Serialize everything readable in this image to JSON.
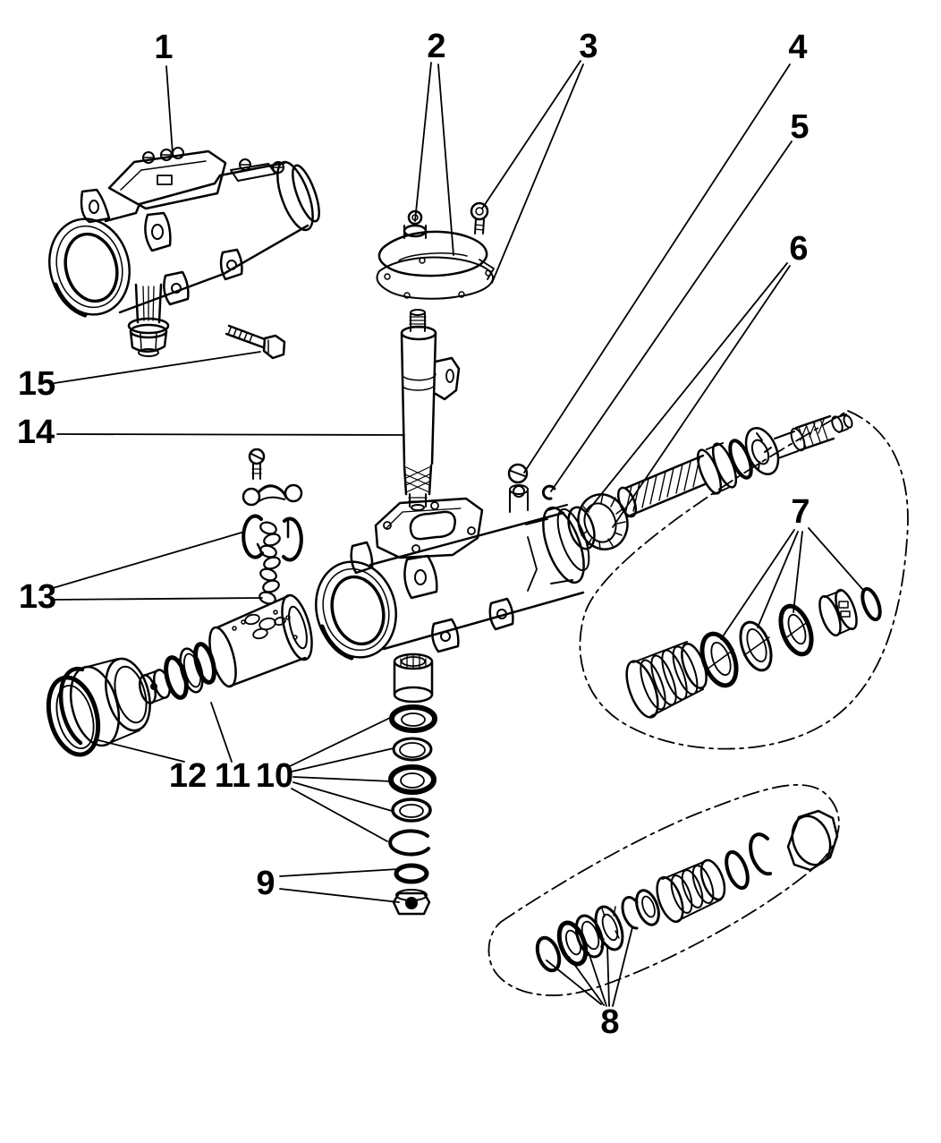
{
  "diagram": {
    "title": "steering-gear-exploded-parts-diagram",
    "type": "exploded-view-line-art",
    "background_color": "#ffffff",
    "line_color": "#000000",
    "callouts": [
      {
        "label": "1"
      },
      {
        "label": "2"
      },
      {
        "label": "3"
      },
      {
        "label": "4"
      },
      {
        "label": "5"
      },
      {
        "label": "6"
      },
      {
        "label": "7"
      },
      {
        "label": "8"
      },
      {
        "label": "9"
      },
      {
        "label": "10"
      },
      {
        "label": "11"
      },
      {
        "label": "12"
      },
      {
        "label": "13"
      },
      {
        "label": "14"
      },
      {
        "label": "15"
      }
    ]
  }
}
